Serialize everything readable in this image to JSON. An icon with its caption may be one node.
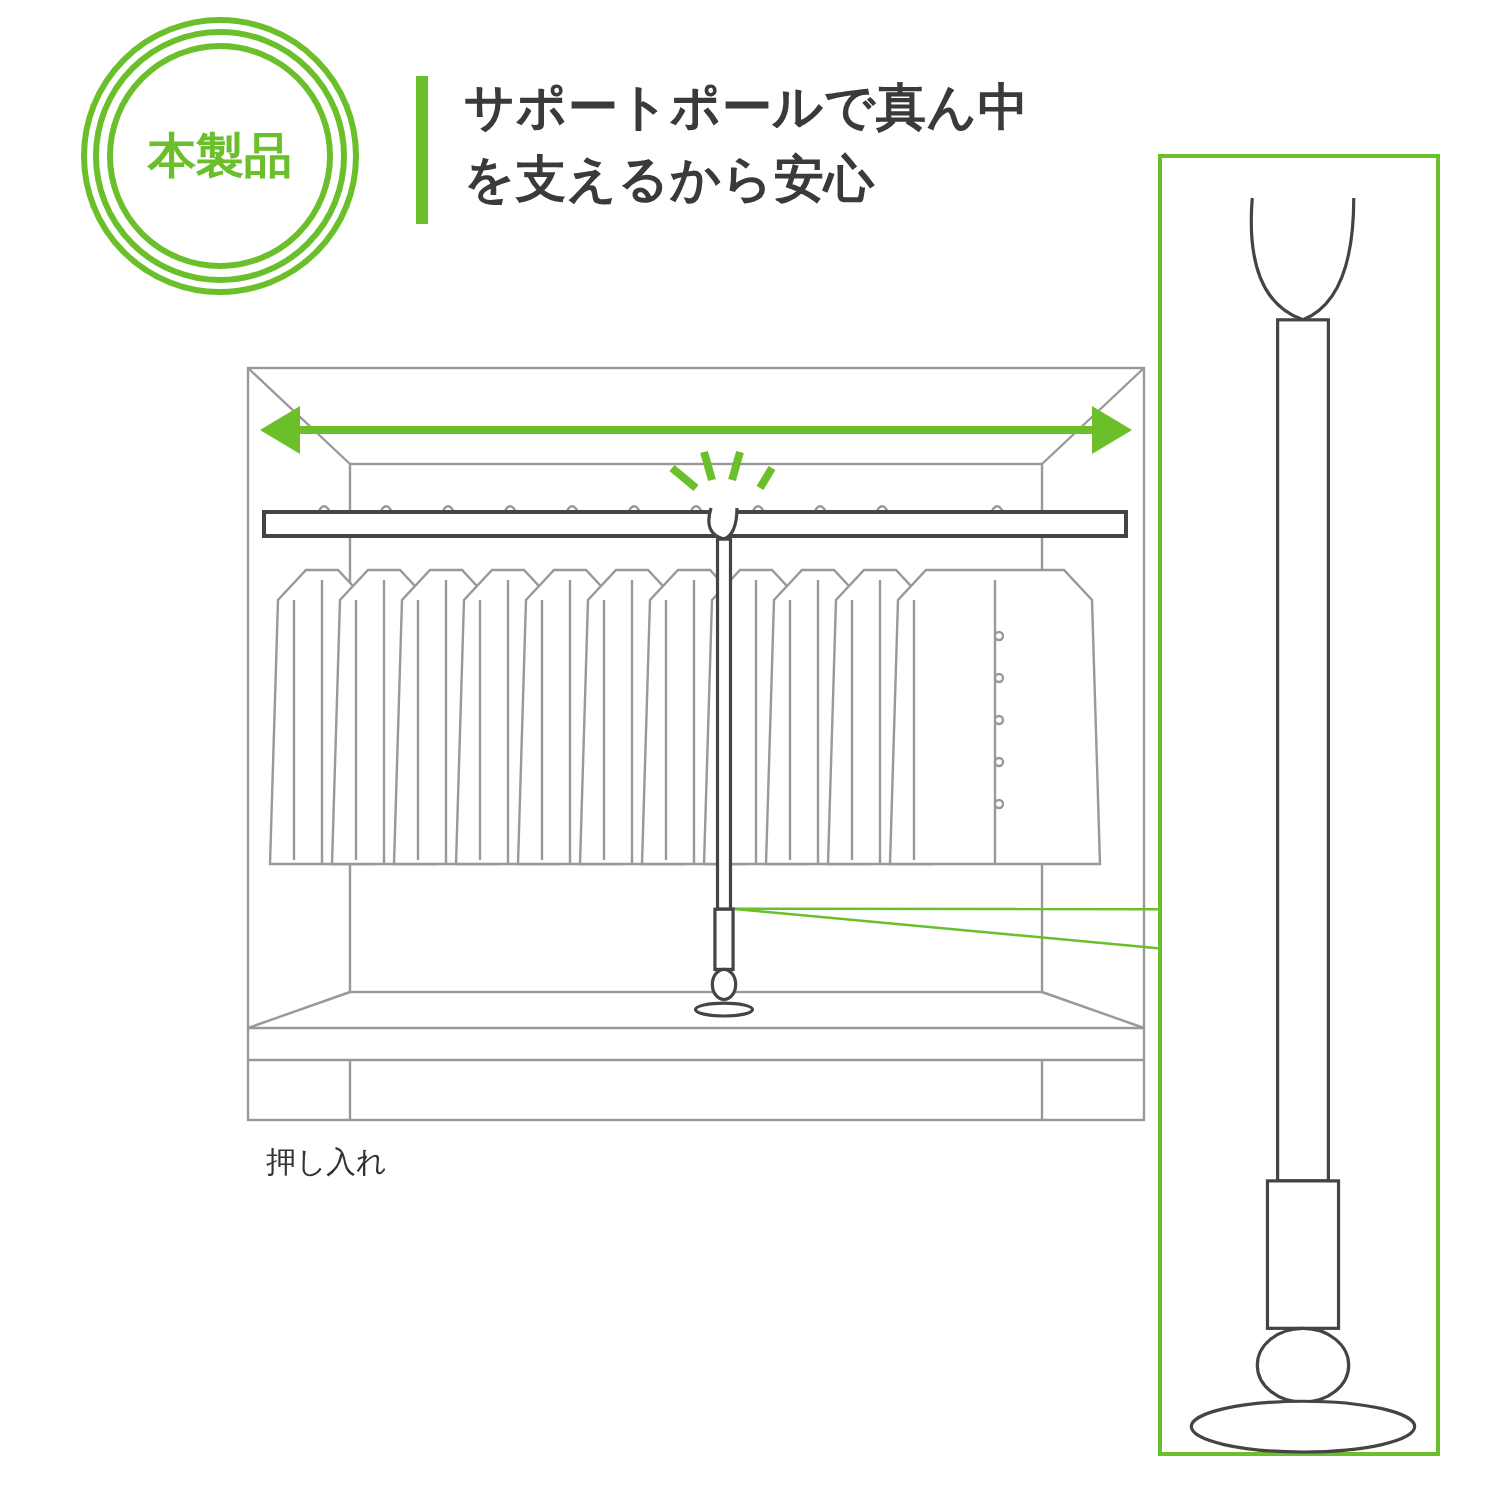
{
  "diagram": {
    "title": "サポートポールで真ん中を支えるから安心",
    "nodes": [
      {
        "text": [
          "本製品"
        ]
      },
      {
        "text": [],
        "shape": "picture"
      },
      {
        "text": [],
        "shape": "picture"
      }
    ],
    "edges": [
      {
        "from": 1,
        "to": 2,
        "arrow": "none",
        "color": "#6bbf2a"
      },
      {
        "from": 1,
        "to": 2,
        "arrow": "none",
        "color": "#6bbf2a"
      }
    ],
    "labels": [
      "押し入れ"
    ]
  }
}
